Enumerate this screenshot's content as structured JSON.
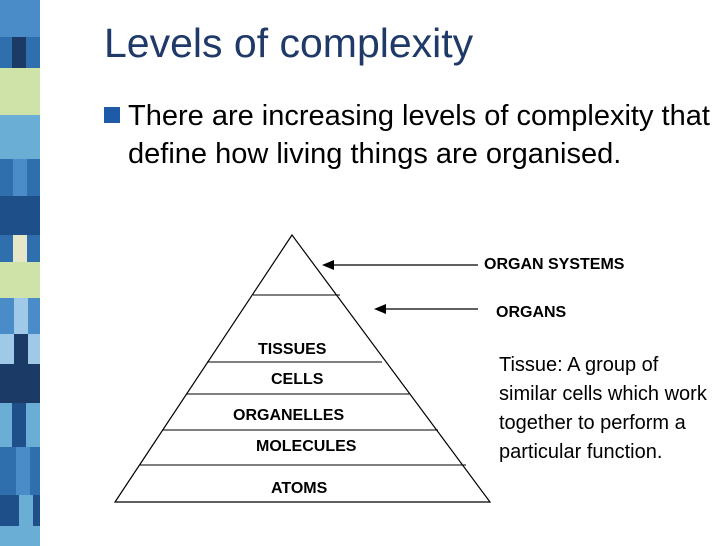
{
  "slide": {
    "title": "Levels of complexity",
    "bullet_text": "There are increasing levels of complexity that define how living things are organised."
  },
  "pyramid": {
    "levels": [
      "ORGAN SYSTEMS",
      "ORGANS",
      "TISSUES",
      "CELLS",
      "ORGANELLES",
      "MOLECULES",
      "ATOMS"
    ]
  },
  "definition": "Tissue: A group of similar cells which work together to perform a particular function.",
  "colors": {
    "title": "#1f3a68",
    "bullet": "#1f5aa8",
    "stripe_palette": [
      "#1f4f88",
      "#4a8cc8",
      "#6aaed6",
      "#e6e7c8",
      "#2f6fae",
      "#9fc9e6",
      "#1b3a66",
      "#cfe3a9"
    ]
  }
}
